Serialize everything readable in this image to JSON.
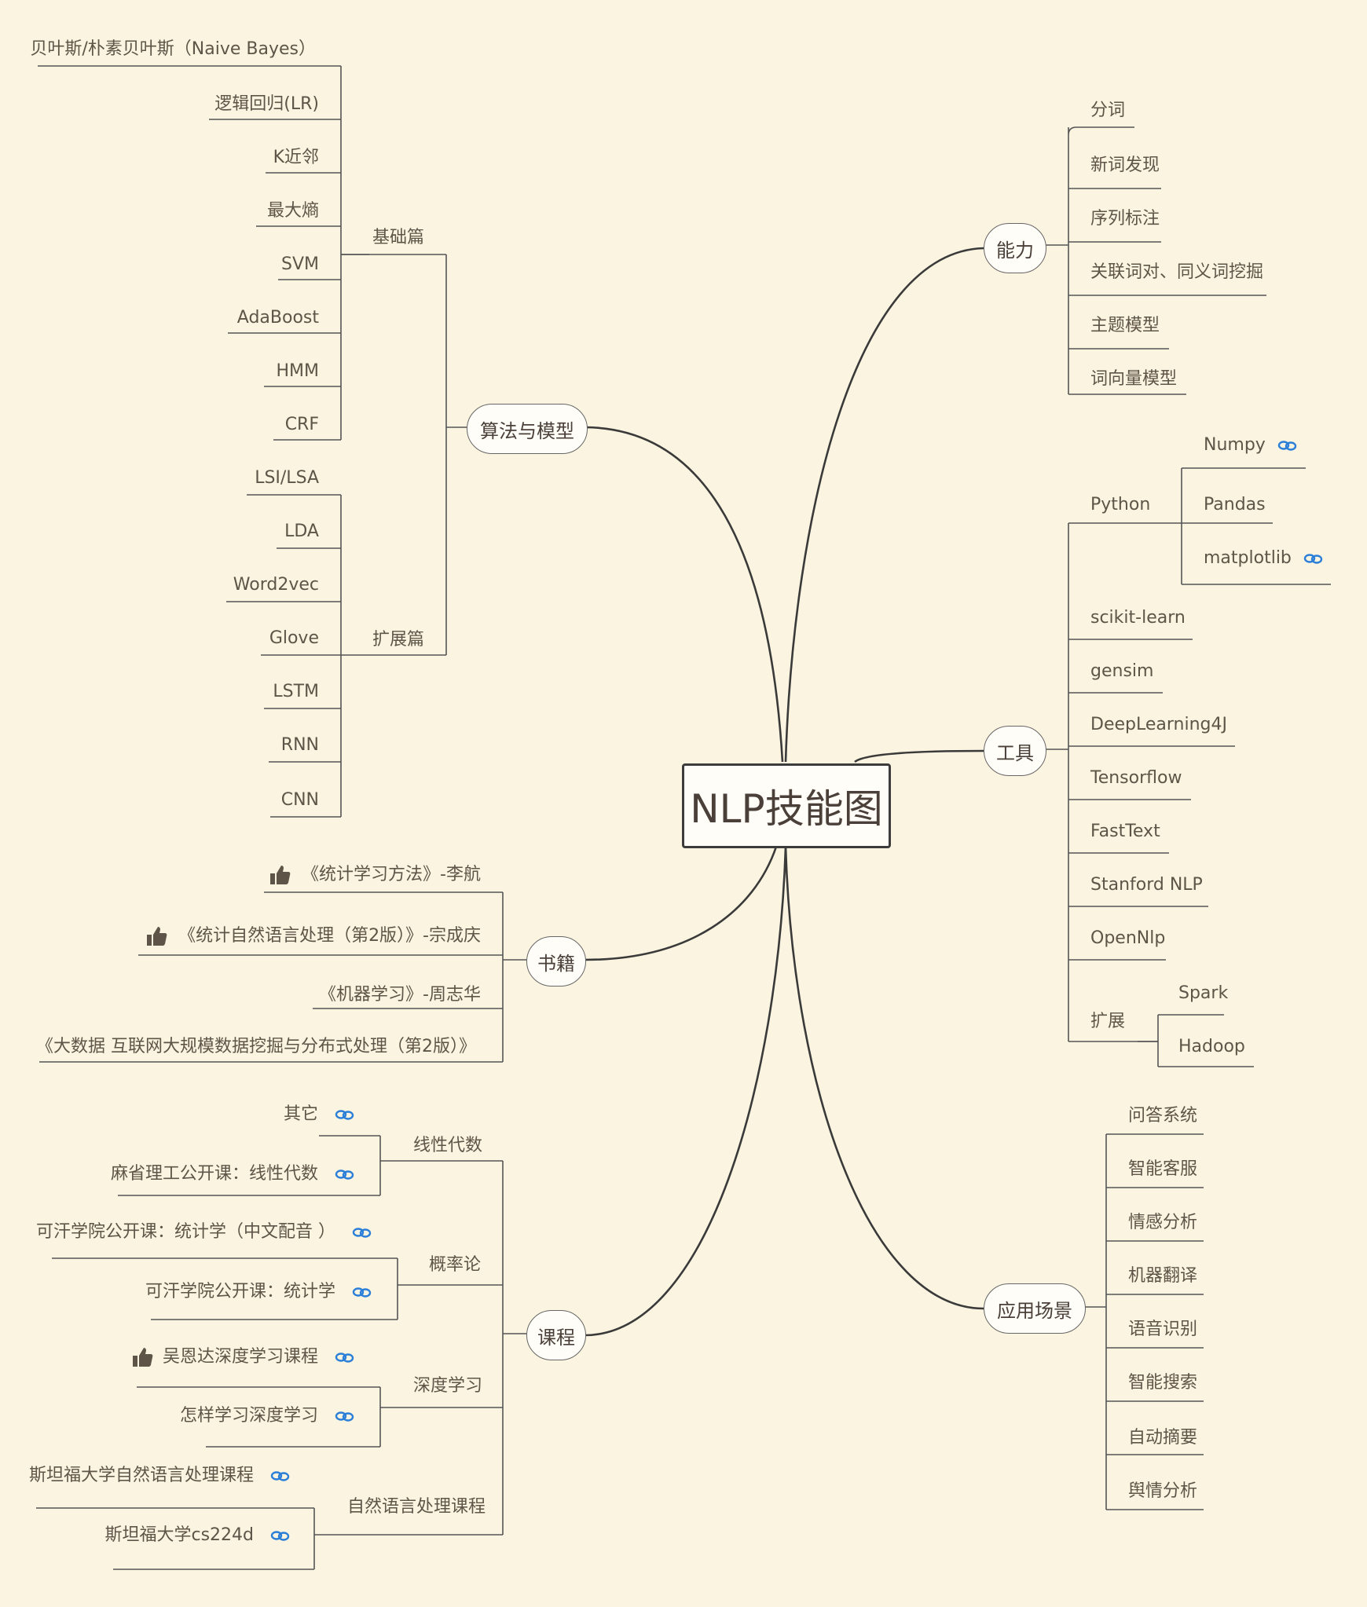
{
  "root": "NLP技能图",
  "branches": {
    "ability": {
      "label": "能力",
      "items": [
        "分词",
        "新词发现",
        "序列标注",
        "关联词对、同义词挖掘",
        "主题模型",
        "词向量模型"
      ]
    },
    "tools": {
      "label": "工具",
      "python": {
        "label": "Python",
        "items": [
          "Numpy",
          "Pandas",
          "matplotlib"
        ]
      },
      "items": [
        "scikit-learn",
        "gensim",
        "DeepLearning4J",
        "Tensorflow",
        "FastText",
        "Stanford NLP",
        "OpenNlp"
      ],
      "ext": {
        "label": "扩展",
        "items": [
          "Spark",
          "Hadoop"
        ]
      }
    },
    "apps": {
      "label": "应用场景",
      "items": [
        "问答系统",
        "智能客服",
        "情感分析",
        "机器翻译",
        "语音识别",
        "智能搜索",
        "自动摘要",
        "舆情分析"
      ]
    },
    "algo": {
      "label": "算法与模型",
      "basic": {
        "label": "基础篇",
        "items": [
          "贝叶斯/朴素贝叶斯（Naive Bayes）",
          "逻辑回归(LR)",
          "K近邻",
          "最大熵",
          "SVM",
          "AdaBoost",
          "HMM",
          "CRF"
        ]
      },
      "advanced": {
        "label": "扩展篇",
        "items": [
          "LSI/LSA",
          "LDA",
          "Word2vec",
          "Glove",
          "LSTM",
          "RNN",
          "CNN"
        ]
      }
    },
    "books": {
      "label": "书籍",
      "items": [
        "《统计学习方法》-李航",
        "《统计自然语言处理（第2版）》-宗成庆",
        "《机器学习》-周志华",
        "《大数据 互联网大规模数据挖掘与分布式处理（第2版）》"
      ]
    },
    "courses": {
      "label": "课程",
      "linear": {
        "label": "线性代数",
        "items": [
          "其它",
          "麻省理工公开课：线性代数"
        ]
      },
      "prob": {
        "label": "概率论",
        "items": [
          "可汗学院公开课：统计学（中文配音 ）",
          "可汗学院公开课：统计学"
        ]
      },
      "dl": {
        "label": "深度学习",
        "items": [
          "吴恩达深度学习课程",
          "怎样学习深度学习"
        ]
      },
      "nlp": {
        "label": "自然语言处理课程",
        "items": [
          "斯坦福大学自然语言处理课程",
          "斯坦福大学cs224d"
        ]
      }
    }
  },
  "colors": {
    "background": "#fbf4e0",
    "line": "#3a3a3a",
    "link_icon": "#2b7fd8",
    "text": "#5f5448"
  }
}
